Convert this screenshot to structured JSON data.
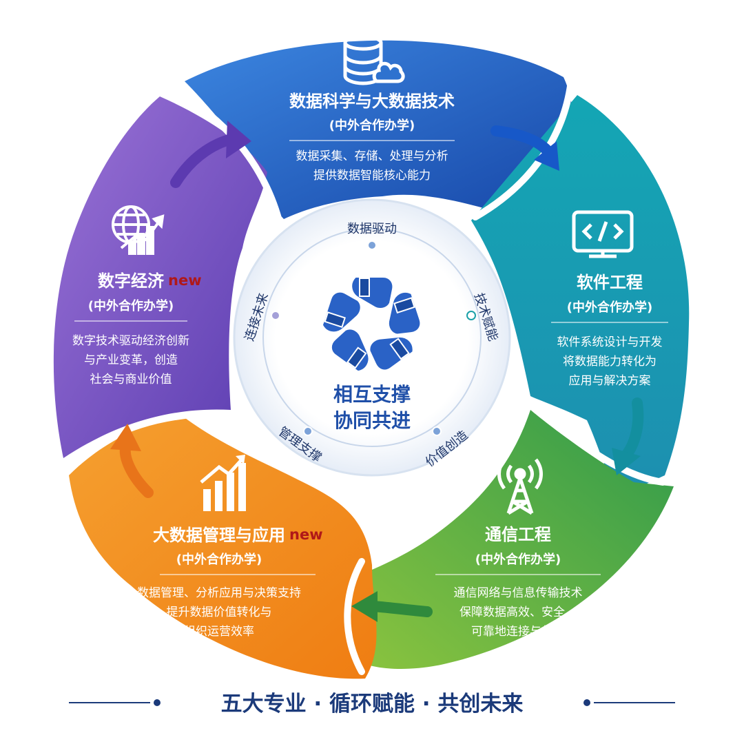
{
  "segments": [
    {
      "id": "data-science",
      "title": "数据科学与大数据技术",
      "subtitle": "(中外合作办学)",
      "lines": [
        "数据采集、存储、处理与分析",
        "提供数据智能核心能力"
      ],
      "icon": "database-cloud-icon",
      "color": "#1e5fc2",
      "new_label": ""
    },
    {
      "id": "software",
      "title": "软件工程",
      "subtitle": "(中外合作办学)",
      "lines": [
        "软件系统设计与开发",
        "将数据能力转化为",
        "应用与解决方案"
      ],
      "icon": "code-monitor-icon",
      "color": "#1a9fb0",
      "new_label": ""
    },
    {
      "id": "communication",
      "title": "通信工程",
      "subtitle": "(中外合作办学)",
      "lines": [
        "通信网络与信息传输技术",
        "保障数据高效、安全、",
        "可靠地连接与传输"
      ],
      "icon": "signal-tower-icon",
      "color": "#3ea64b",
      "new_label": ""
    },
    {
      "id": "bigdata-mgmt",
      "title": "大数据管理与应用",
      "subtitle": "(中外合作办学)",
      "lines": [
        "数据管理、分析应用与决策支持",
        "提升数据价值转化与",
        "组织运营效率"
      ],
      "icon": "bar-chart-growth-icon",
      "color": "#f08a1c",
      "new_label": "new"
    },
    {
      "id": "digital-economy",
      "title": "数字经济",
      "subtitle": "(中外合作办学)",
      "lines": [
        "数字技术驱动经济创新",
        "与产业变革，创造",
        "社会与商业价值"
      ],
      "icon": "globe-chart-icon",
      "color": "#7048c0",
      "new_label": "new"
    }
  ],
  "center": {
    "ring_labels": [
      "数据驱动",
      "技术赋能",
      "价值创造",
      "管理支撑",
      "连接未来"
    ],
    "title_line1": "相互支撑",
    "title_line2": "协同共进",
    "icon": "joined-hands-icon"
  },
  "footer": {
    "slogan": "五大专业 · 循环赋能 · 共创未来"
  },
  "colors": {
    "blue": "#1e5fc2",
    "teal": "#1a9fb0",
    "green": "#3ea64b",
    "orange": "#f08a1c",
    "purple": "#7048c0",
    "navy_text": "#1b3a7a",
    "new_red": "#b01818"
  }
}
